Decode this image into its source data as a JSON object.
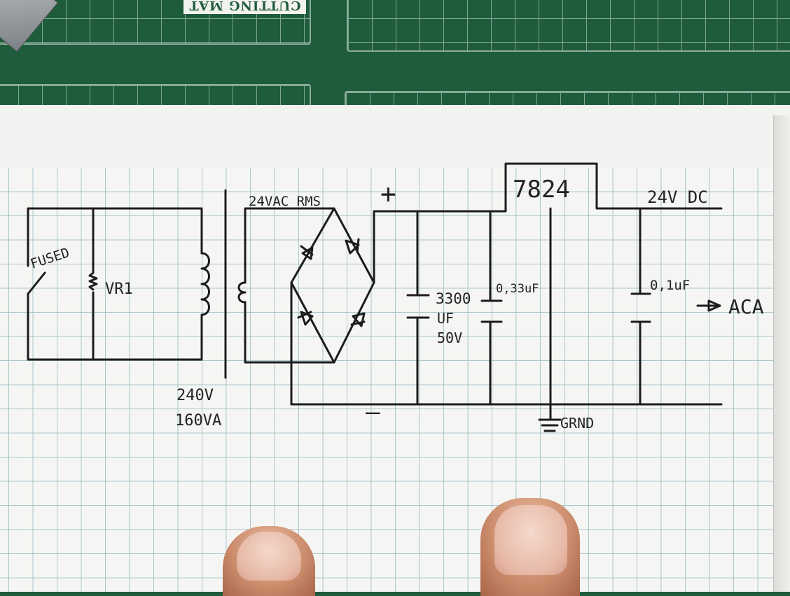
{
  "mat": {
    "brand_text": "CUTTING MAT"
  },
  "labels": {
    "fused": "FUSED",
    "vr1": "VR1",
    "primary_voltage": "240V",
    "transformer_rating": "160VA",
    "secondary": "24VAC RMS",
    "plus": "+",
    "minus": "—",
    "cap_main_value": "3300",
    "cap_main_unit": "UF",
    "cap_main_voltage": "50V",
    "cap_in": "0,33uF",
    "regulator": "7824",
    "output": "24V DC",
    "cap_out": "0,1uF",
    "load": "ACA",
    "ground": "GRND"
  },
  "colors": {
    "ink": "#1c1c1c",
    "grid": "#a9c4cc",
    "paper": "#f5f6f3",
    "mat": "#1e5c3c"
  }
}
